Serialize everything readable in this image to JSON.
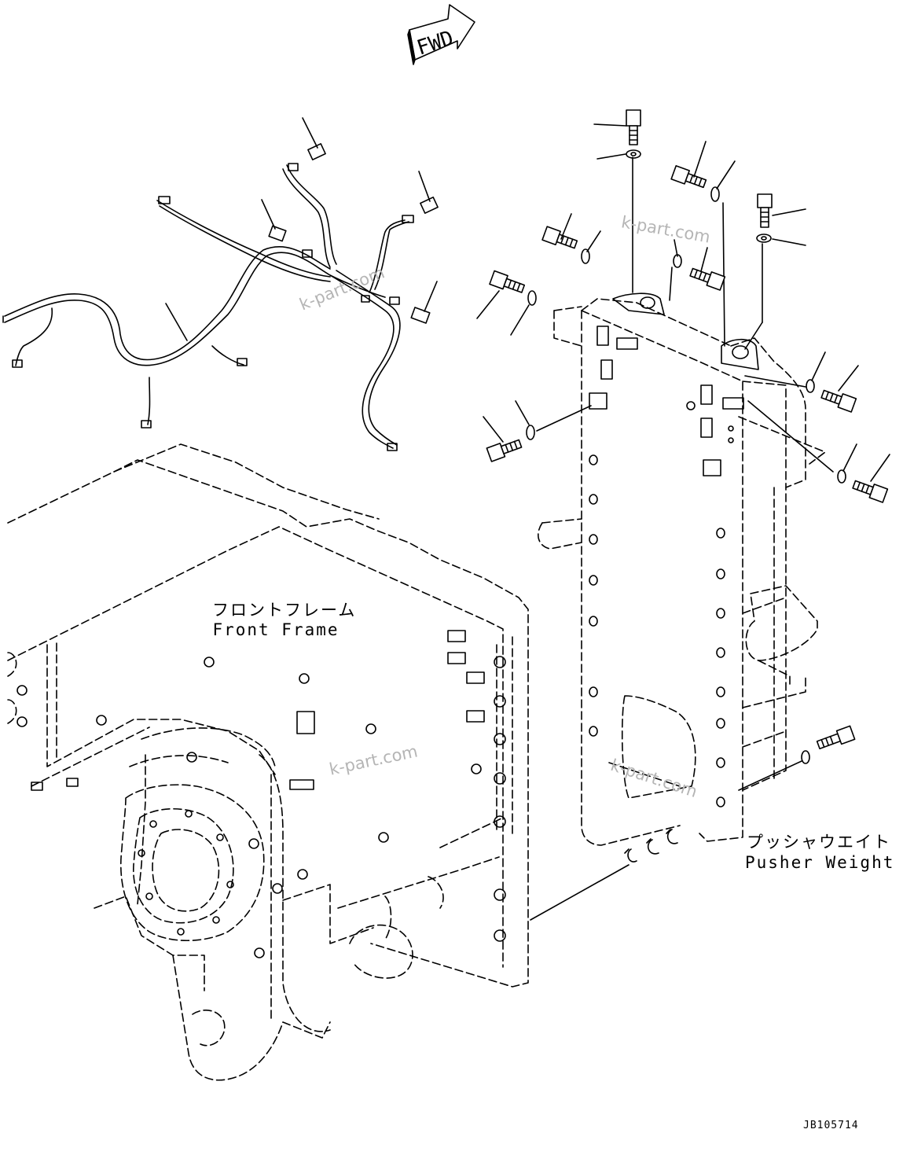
{
  "fwd_arrow_label": "FWD",
  "front_frame": {
    "jp": "フロントフレーム",
    "en": "Front Frame"
  },
  "pusher_weight": {
    "jp": "プッシャウエイト",
    "en": "Pusher Weight"
  },
  "watermark": "k-part.com",
  "drawing_code": "JB105714",
  "colors": {
    "line": "#000000",
    "watermark": "#b5b5b5",
    "background": "#ffffff"
  }
}
